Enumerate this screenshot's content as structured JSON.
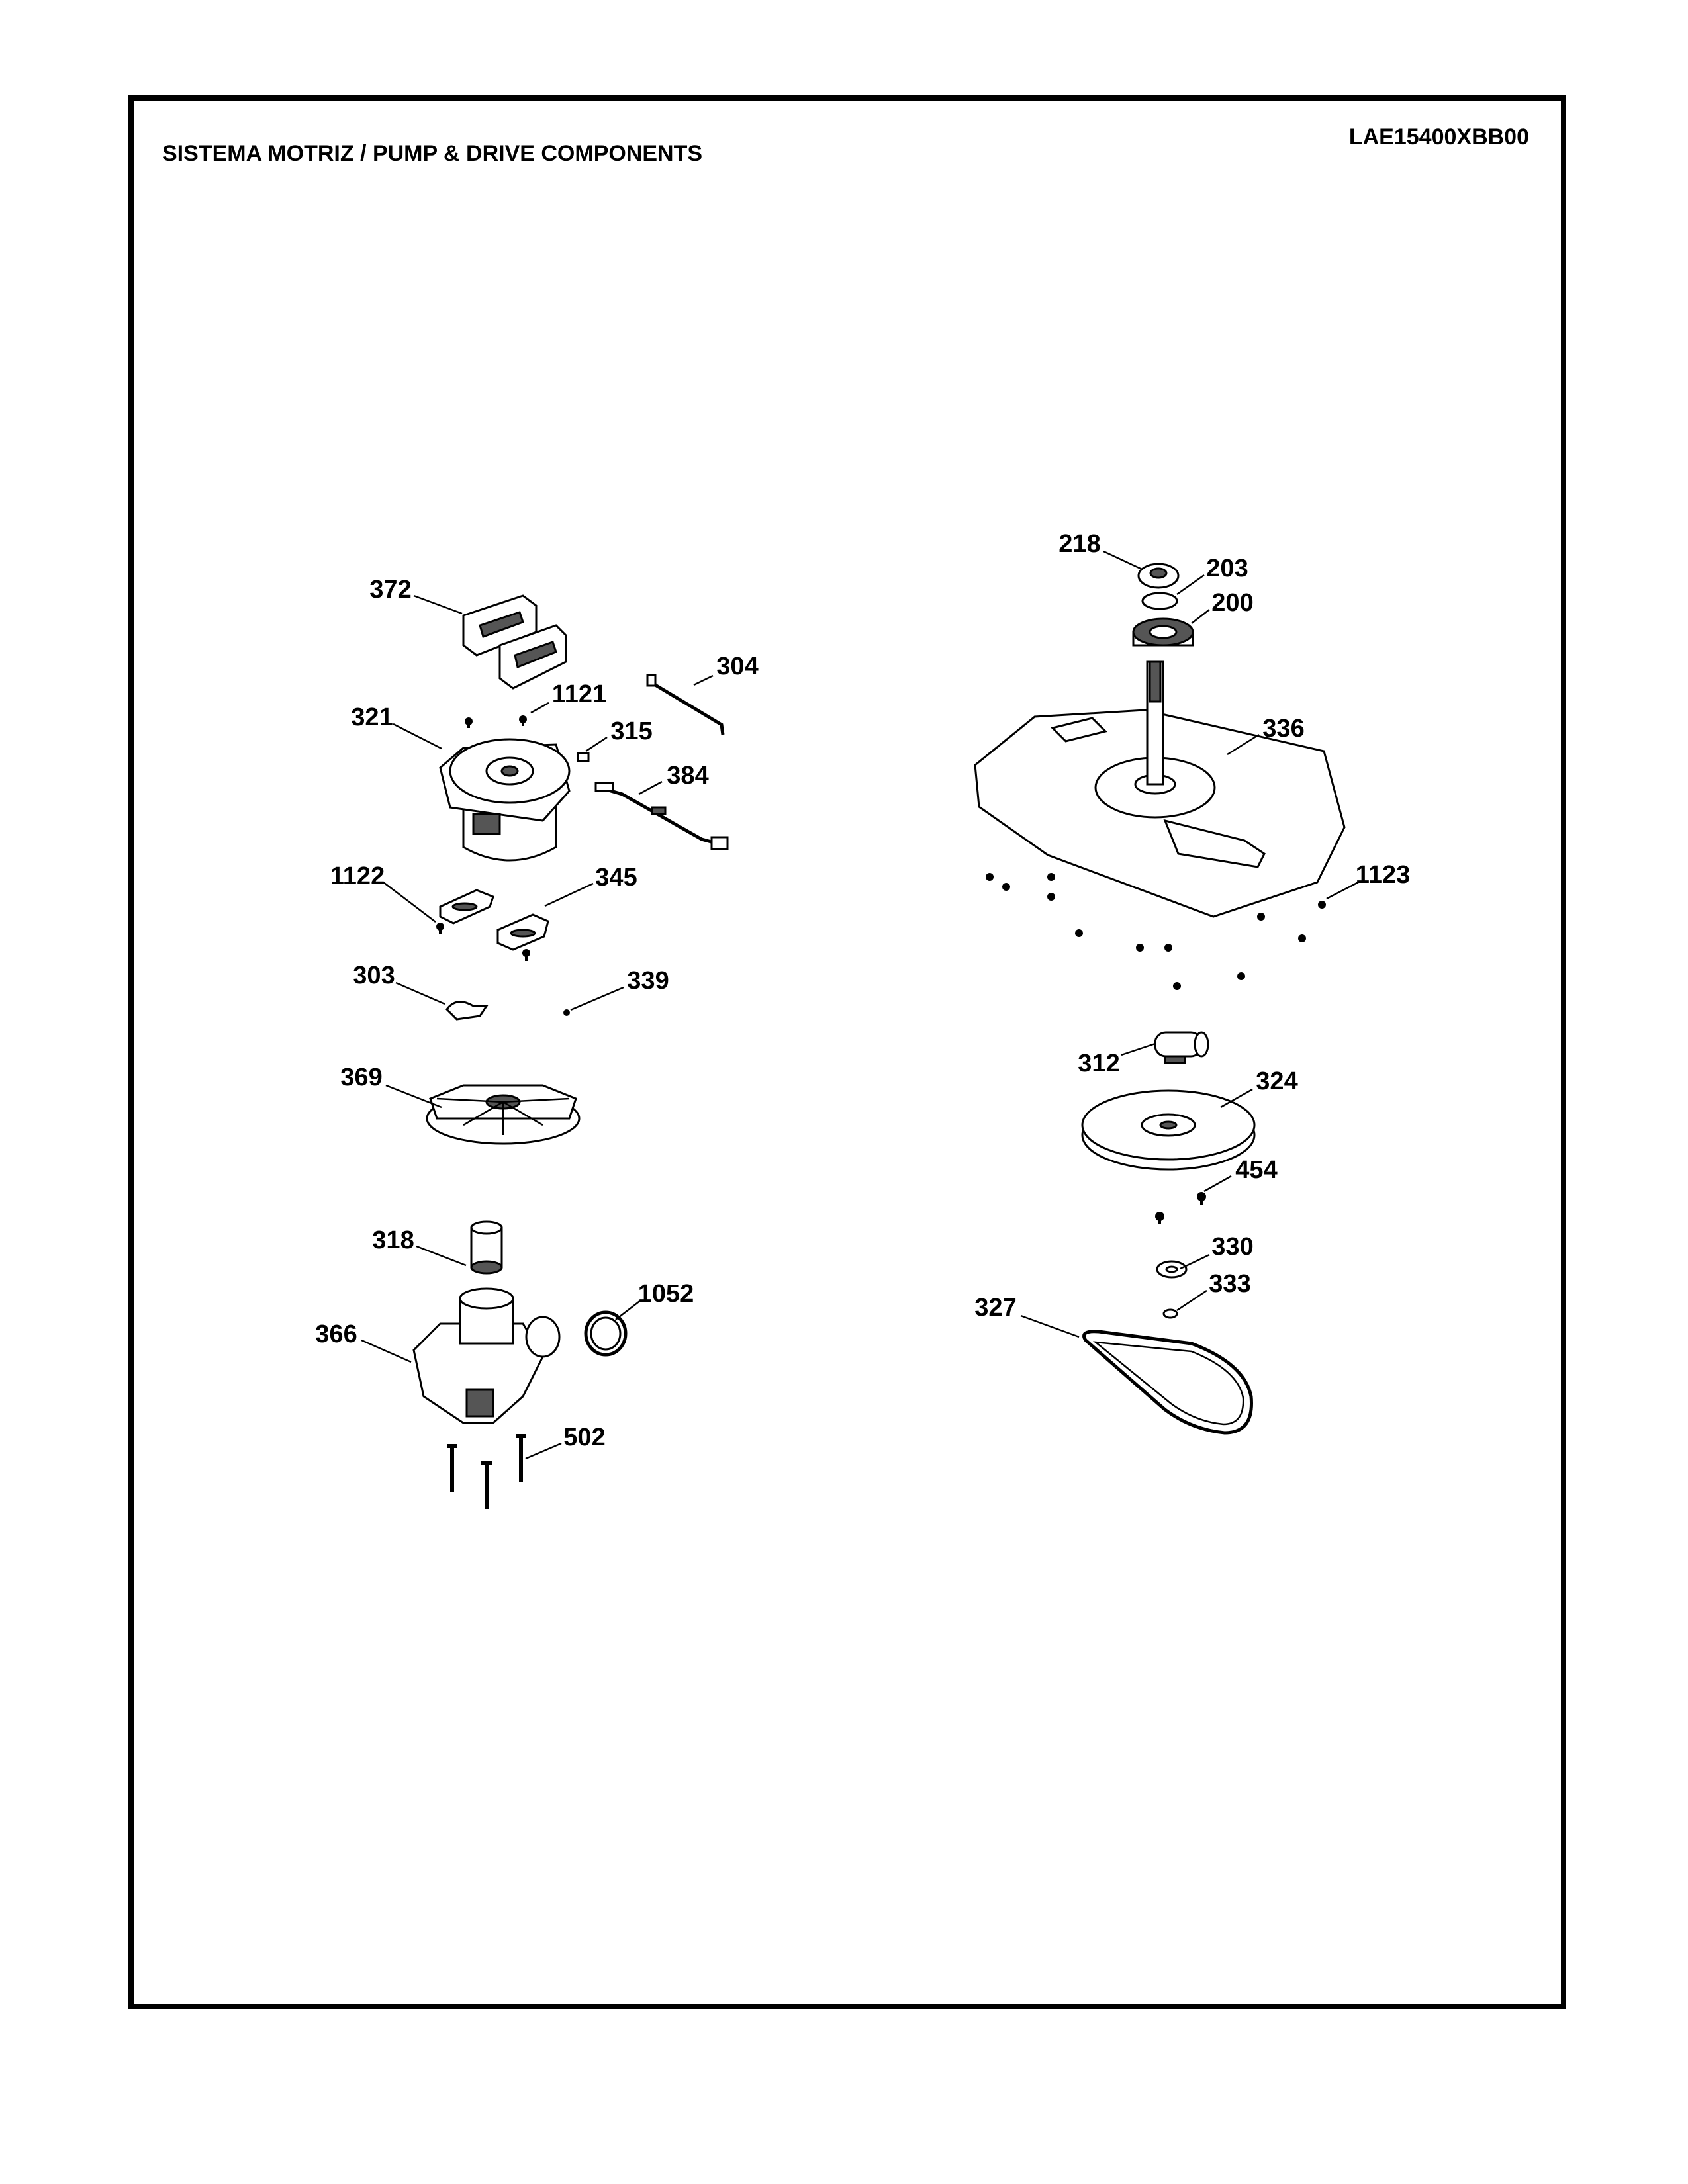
{
  "header": {
    "title": "SISTEMA MOTRIZ / PUMP  &  DRIVE COMPONENTS",
    "model": "LAE15400XBB00"
  },
  "callouts": {
    "p372": "372",
    "p304": "304",
    "p1121": "1121",
    "p321": "321",
    "p315": "315",
    "p384": "384",
    "p1122": "1122",
    "p345": "345",
    "p303": "303",
    "p339": "339",
    "p369": "369",
    "p318": "318",
    "p1052": "1052",
    "p366": "366",
    "p502": "502",
    "p218": "218",
    "p203": "203",
    "p200": "200",
    "p336": "336",
    "p1123": "1123",
    "p312": "312",
    "p324": "324",
    "p454": "454",
    "p330": "330",
    "p333": "333",
    "p327": "327"
  }
}
